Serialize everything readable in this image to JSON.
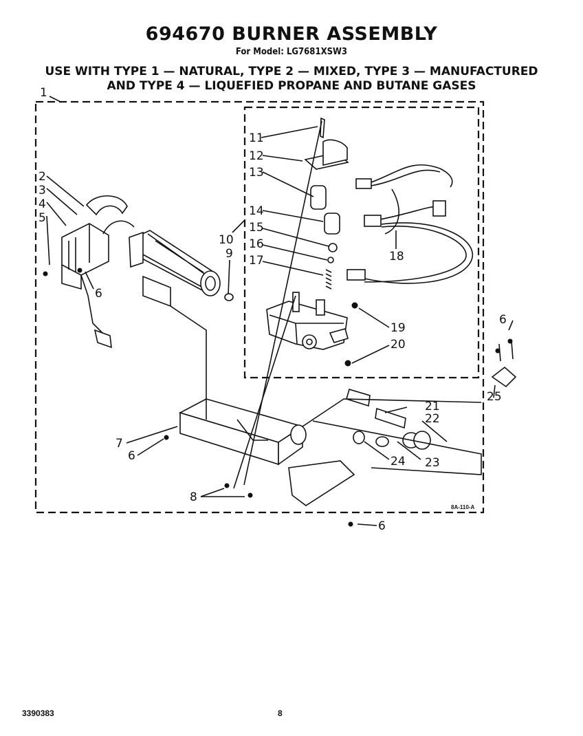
{
  "header": {
    "title": "694670 BURNER ASSEMBLY",
    "model": "For Model: LG7681XSW3",
    "gas_line1": "USE WITH TYPE 1 — NATURAL, TYPE 2 — MIXED, TYPE 3 — MANUFACTURED",
    "gas_line2": "AND TYPE 4 — LIQUEFIED PROPANE AND BUTANE GASES"
  },
  "diagram": {
    "callouts": {
      "c1": "1",
      "c2": "2",
      "c3": "3",
      "c4": "4",
      "c5": "5",
      "c6a": "6",
      "c6b": "6",
      "c6c": "6",
      "c6d": "6",
      "c7": "7",
      "c8": "8",
      "c9": "9",
      "c10": "10",
      "c11": "11",
      "c12": "12",
      "c13": "13",
      "c14": "14",
      "c15": "15",
      "c16": "16",
      "c17": "17",
      "c18": "18",
      "c19": "19",
      "c20": "20",
      "c21": "21",
      "c22": "22",
      "c23": "23",
      "c24": "24",
      "c25": "25"
    },
    "drawing_code": "8A-110-A"
  },
  "footer": {
    "doc_number": "3390383",
    "page_number": "8"
  }
}
